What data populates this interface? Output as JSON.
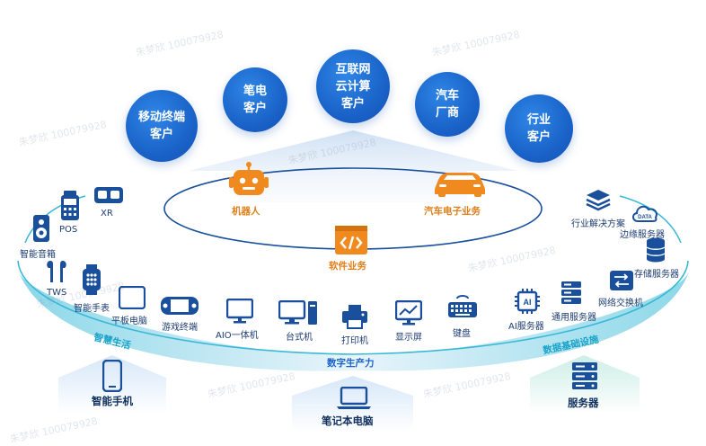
{
  "customers": [
    {
      "line1": "移动终端",
      "line2": "客户",
      "line3": ""
    },
    {
      "line1": "笔电",
      "line2": "客户",
      "line3": ""
    },
    {
      "line1": "互联网",
      "line2": "云计算",
      "line3": "客户"
    },
    {
      "line1": "汽车",
      "line2": "厂商",
      "line3": ""
    },
    {
      "line1": "行业",
      "line2": "客户",
      "line3": ""
    }
  ],
  "center": {
    "robot": "机器人",
    "auto": "汽车电子业务",
    "software": "软件业务"
  },
  "smart_life": {
    "title": "智慧生活",
    "items": [
      "XR",
      "POS",
      "智能音箱",
      "TWS",
      "智能手表",
      "平板电脑",
      "游戏终端"
    ]
  },
  "digital_productivity": {
    "title": "数字生产力",
    "items": [
      "AIO一体机",
      "台式机",
      "打印机",
      "显示屏",
      "键盘"
    ]
  },
  "data_infra": {
    "title": "数据基础设施",
    "items": [
      "行业解决方案",
      "边缘服务器",
      "存储服务器",
      "网络交换机",
      "通用服务器",
      "AI服务器"
    ],
    "ai_chip_text": "AI",
    "cloud_chip_text": "DATA"
  },
  "bottom": {
    "phone": "智能手机",
    "laptop": "笔记本电脑",
    "server": "服务器"
  },
  "watermark": "朱梦欣 100079928",
  "colors": {
    "bubble": "#1a63c9",
    "orange": "#e0801c",
    "arc": "#39b8d6",
    "navy": "#1a4f9c"
  }
}
